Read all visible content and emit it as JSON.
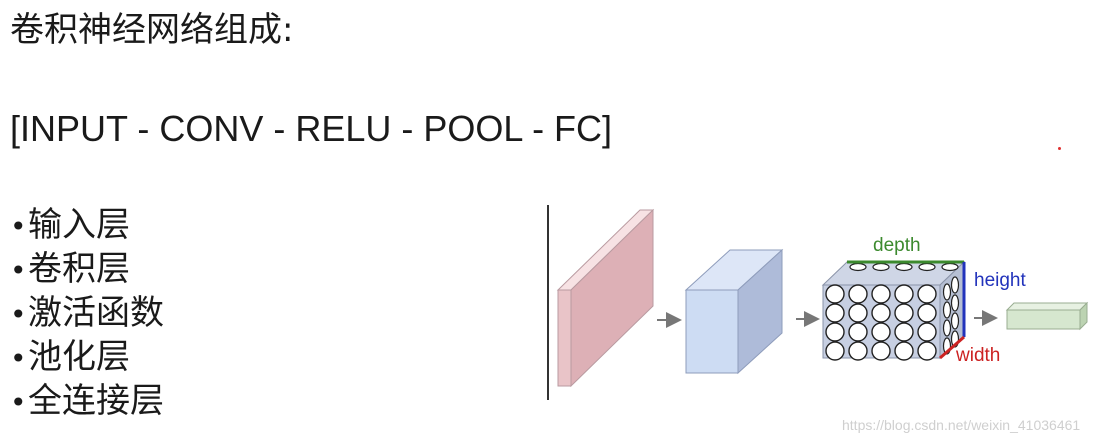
{
  "slide": {
    "title": "卷积神经网络组成:",
    "formula": "[INPUT - CONV - RELU - POOL - FC]",
    "bullet": "•",
    "layers": [
      {
        "label": "输入层"
      },
      {
        "label": "卷积层"
      },
      {
        "label": "激活函数"
      },
      {
        "label": "池化层"
      },
      {
        "label": "全连接层"
      }
    ]
  },
  "diagram": {
    "labels": {
      "depth": "depth",
      "height": "height",
      "width": "width"
    },
    "colors": {
      "input_front": "#e9c4c8",
      "input_side": "#f3d6d9",
      "input_top": "#f7e2e4",
      "conv_front": "#cddcf3",
      "conv_side": "#aebbd9",
      "conv_top": "#dde6f7",
      "fc_front": "#d6e7cf",
      "depth_color": "#3c8a2e",
      "height_color": "#2233bb",
      "width_color": "#cc2222"
    }
  },
  "watermark": "https://blog.csdn.net/weixin_41036461"
}
